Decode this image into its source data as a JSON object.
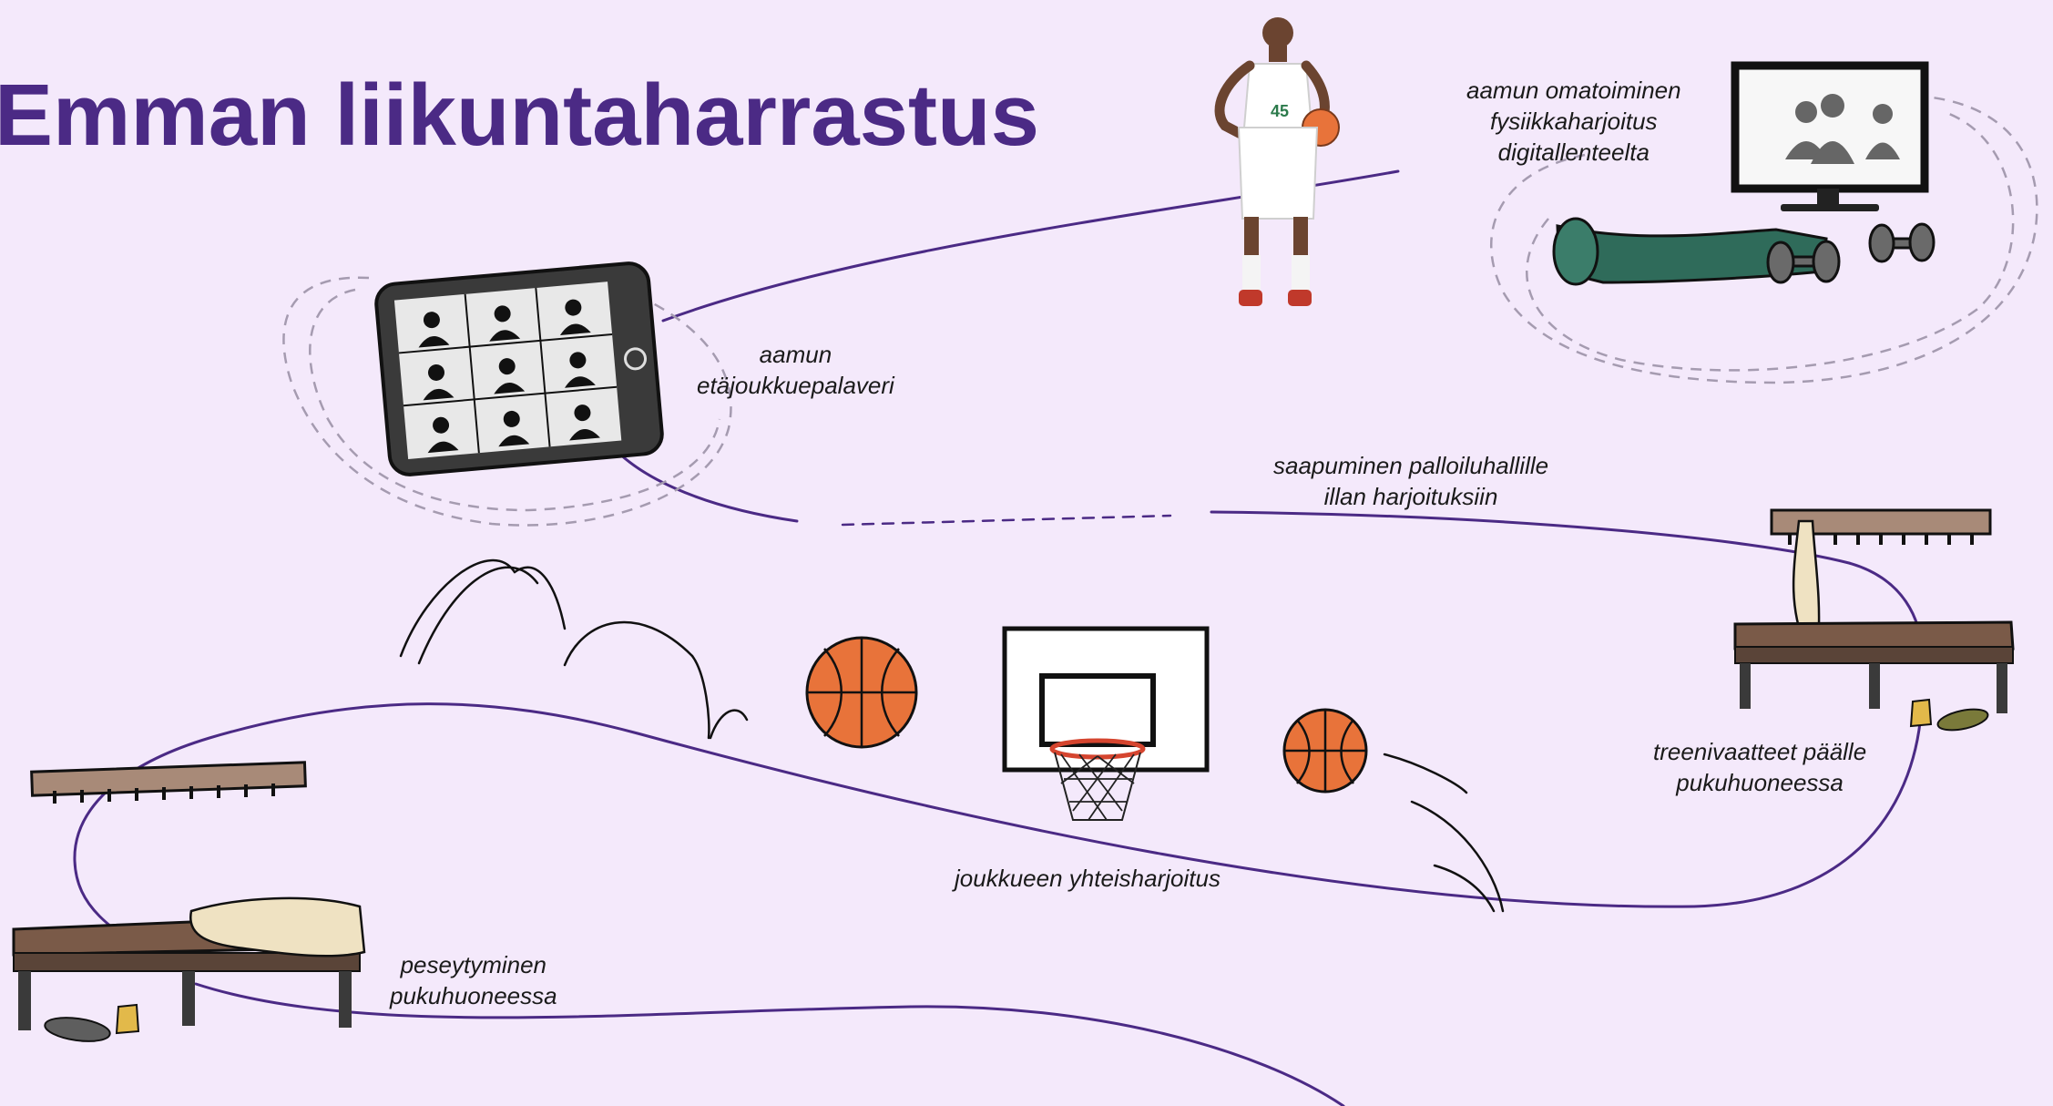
{
  "title": "Emman liikuntaharrastus",
  "colors": {
    "background": "#f4e9fb",
    "title": "#4b2a85",
    "path": "#4b2a85",
    "ball": "#e8733a",
    "mat": "#2f6b5a"
  },
  "steps": [
    {
      "id": "morning-video-meeting",
      "icon": "tablet-video-call-icon",
      "lines": [
        "aamun",
        "etäjoukkuepalaveri"
      ]
    },
    {
      "id": "morning-fitness",
      "icon": "monitor-workout-icon",
      "lines": [
        "aamun omatoiminen",
        "fysiikkaharjoitus",
        "digitallenteelta"
      ]
    },
    {
      "id": "arrival",
      "icon": "arena-icon",
      "lines": [
        "saapuminen palloiluhallille",
        "illan harjoituksiin"
      ]
    },
    {
      "id": "change-clothes",
      "icon": "locker-bench-icon",
      "lines": [
        "treenivaatteet päälle",
        "pukuhuoneessa"
      ]
    },
    {
      "id": "team-practice",
      "icon": "basketball-hoop-icon",
      "lines": [
        "joukkueen yhteisharjoitus"
      ]
    },
    {
      "id": "shower",
      "icon": "bench-towel-icon",
      "lines": [
        "peseytyminen",
        "pukuhuoneessa"
      ]
    }
  ]
}
